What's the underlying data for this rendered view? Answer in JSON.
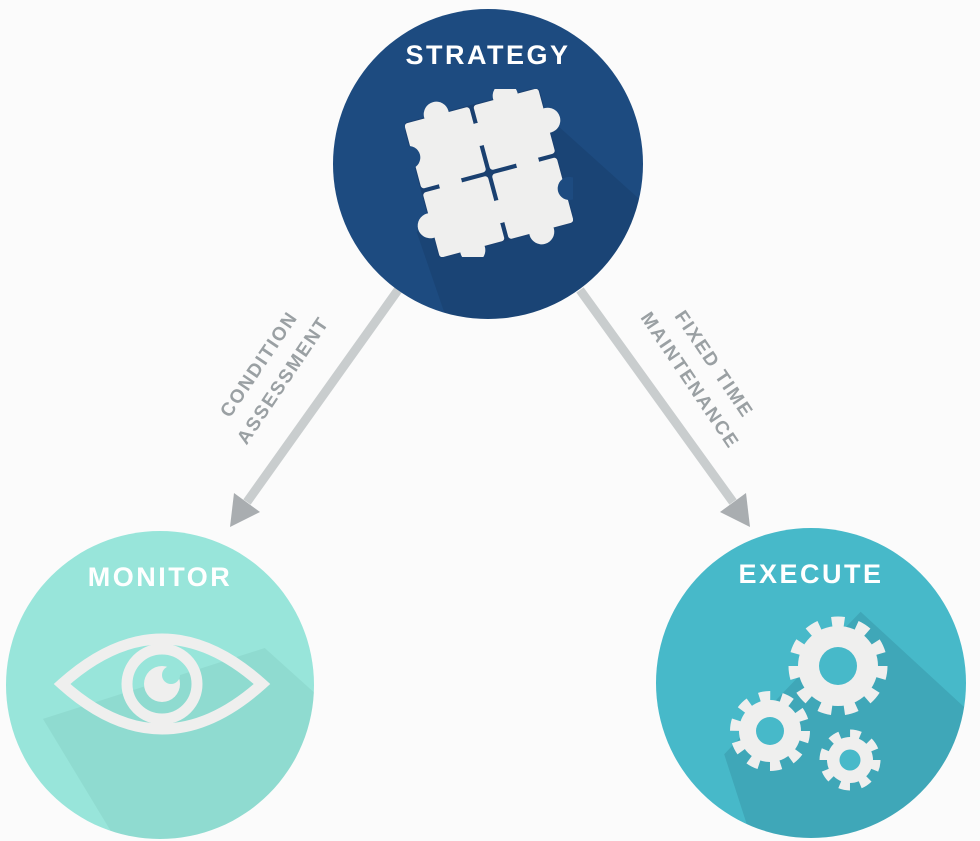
{
  "nodes": {
    "strategy": {
      "label": "STRATEGY",
      "color": "#1d4b80",
      "icon": "puzzle-icon"
    },
    "monitor": {
      "label": "MONITOR",
      "color": "#98e5da",
      "icon": "eye-icon"
    },
    "execute": {
      "label": "EXECUTE",
      "color": "#47b9c9",
      "icon": "gears-icon"
    }
  },
  "edges": [
    {
      "from": "strategy",
      "to": "monitor",
      "label_line1": "CONDITION",
      "label_line2": "ASSESSMENT"
    },
    {
      "from": "strategy",
      "to": "execute",
      "label_line1": "FIXED TIME",
      "label_line2": "MAINTENANCE"
    }
  ],
  "colors": {
    "background": "#fbfbfb",
    "strategy": "#1d4b80",
    "monitor": "#98e5da",
    "execute": "#47b9c9",
    "title_text": "#ffffff",
    "edge_label": "#9aa0a3",
    "arrow_shaft": "#c9cdce",
    "arrow_head": "#a9adb0",
    "icon_fill": "#efefee",
    "puzzle_gap": "#1a4070"
  }
}
